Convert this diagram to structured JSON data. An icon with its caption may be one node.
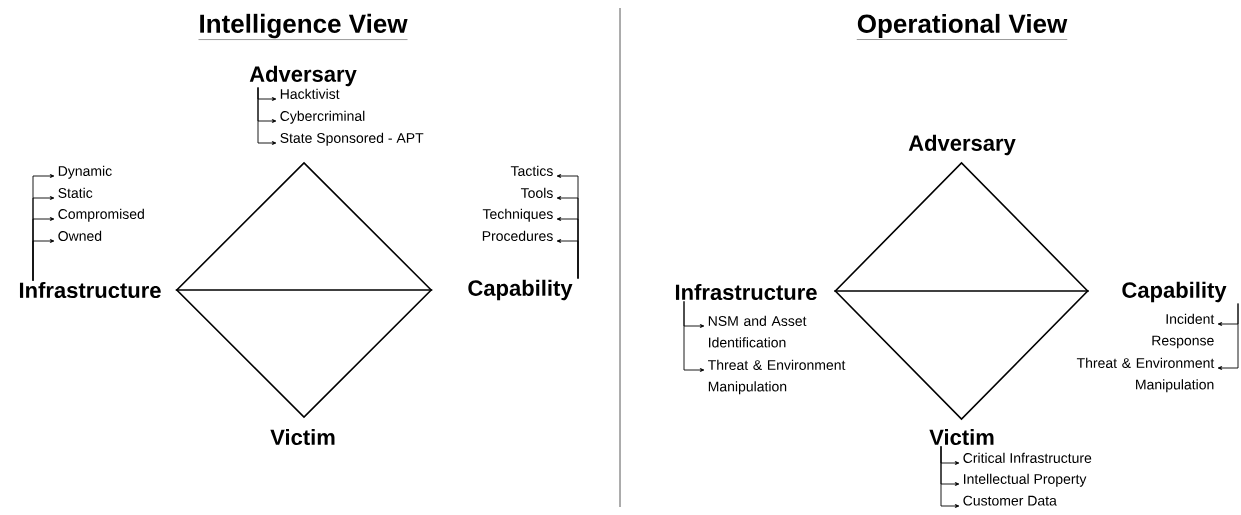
{
  "diagram": {
    "nodes": [
      {
        "text": [
          "Adversary"
        ]
      },
      {
        "text": [
          "Hacktivist"
        ]
      },
      {
        "text": [
          "Cybercriminal"
        ]
      },
      {
        "text": [
          "State Sponsored - APT"
        ]
      },
      {
        "text": [
          "Dynamic"
        ]
      },
      {
        "text": [
          "Static"
        ]
      },
      {
        "text": [
          "Compromised"
        ]
      },
      {
        "text": [
          "Owned"
        ]
      },
      {
        "text": [
          "Tactics"
        ]
      },
      {
        "text": [
          "Tools"
        ]
      },
      {
        "text": [
          "Techniques"
        ]
      },
      {
        "text": [
          "Procedures"
        ]
      },
      {
        "text": [],
        "shape": "diamond"
      },
      {
        "text": [
          "Infrastructure"
        ]
      },
      {
        "text": [
          "Capability"
        ]
      },
      {
        "text": [
          "Victim"
        ]
      },
      {
        "text": [
          "Adversary"
        ]
      },
      {
        "text": [],
        "shape": "diamond"
      },
      {
        "text": [
          "Infrastructure"
        ]
      },
      {
        "text": [
          "Capability"
        ]
      },
      {
        "text": [
          "NSM and Asset Identification"
        ]
      },
      {
        "text": [
          "Threat & Environment Manipulation"
        ]
      },
      {
        "text": [
          "Incident Response"
        ]
      },
      {
        "text": [
          "Threat & Environment Manipulation"
        ]
      },
      {
        "text": [
          "Victim"
        ]
      },
      {
        "text": [
          "Critical Infrastructure"
        ]
      },
      {
        "text": [
          "Intellectual Property"
        ]
      },
      {
        "text": [
          "Customer Data"
        ]
      }
    ],
    "edges": [
      {
        "from": 0,
        "to": 1,
        "arrow": "to"
      },
      {
        "from": 0,
        "to": 2,
        "arrow": "to"
      },
      {
        "from": 0,
        "to": 3,
        "arrow": "to"
      },
      {
        "from": 13,
        "to": 4,
        "arrow": "to"
      },
      {
        "from": 13,
        "to": 5,
        "arrow": "to"
      },
      {
        "from": 13,
        "to": 6,
        "arrow": "to"
      },
      {
        "from": 13,
        "to": 7,
        "arrow": "to"
      },
      {
        "from": 14,
        "to": 8,
        "arrow": "to"
      },
      {
        "from": 14,
        "to": 9,
        "arrow": "to"
      },
      {
        "from": 14,
        "to": 10,
        "arrow": "to"
      },
      {
        "from": 14,
        "to": 11,
        "arrow": "to"
      },
      {
        "from": 18,
        "to": 20,
        "arrow": "to"
      },
      {
        "from": 18,
        "to": 21,
        "arrow": "to"
      },
      {
        "from": 19,
        "to": 22,
        "arrow": "to"
      },
      {
        "from": 19,
        "to": 23,
        "arrow": "to"
      },
      {
        "from": 24,
        "to": 25,
        "arrow": "to"
      },
      {
        "from": 24,
        "to": 26,
        "arrow": "to"
      },
      {
        "from": 24,
        "to": 27,
        "arrow": "to"
      }
    ],
    "labels": [
      "Intelligence View",
      "Operational View"
    ]
  }
}
